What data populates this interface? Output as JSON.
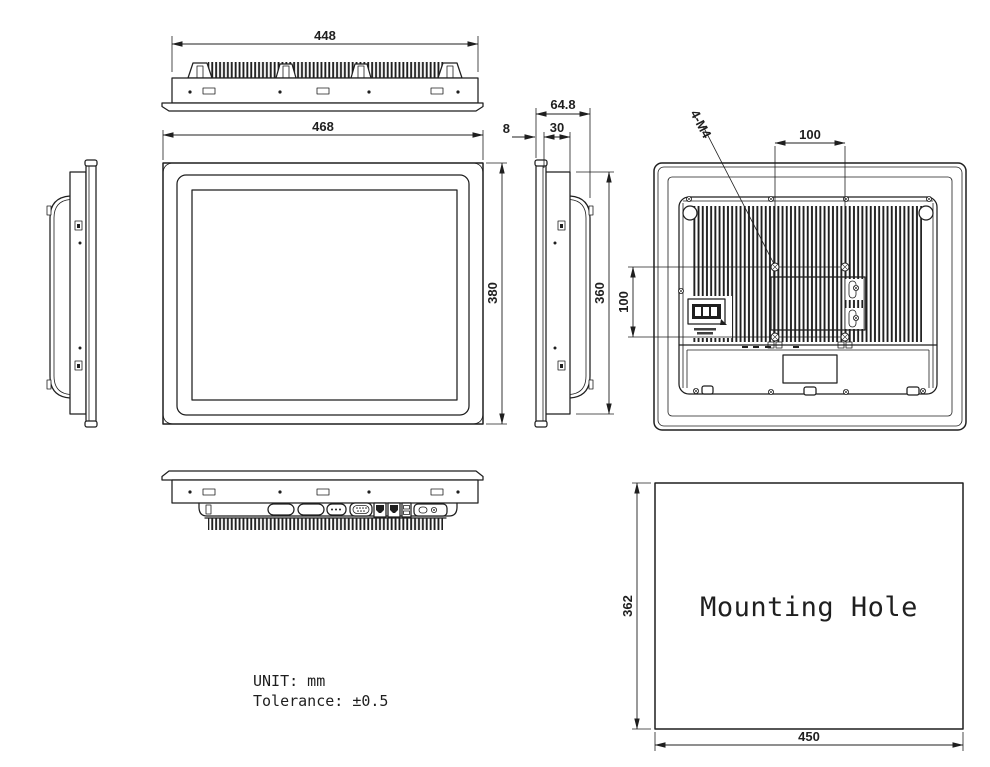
{
  "colors": {
    "background": "#ffffff",
    "line": "#1f1f1f"
  },
  "views": {
    "top": {
      "width_dim": "448"
    },
    "front": {
      "width_dim": "468",
      "height_dim": "380"
    },
    "side": {
      "panel_thickness_dim": "8",
      "front_depth_dim": "30",
      "total_depth_dim": "64.8",
      "body_height_dim": "360"
    },
    "rear": {
      "vesa_width_dim": "100",
      "vesa_height_dim": "100",
      "mount_holes_label": "4-M4"
    },
    "cutout": {
      "label": "Mounting Hole",
      "height_dim": "362",
      "width_dim": "450"
    }
  },
  "notes": {
    "unit": "UNIT: mm",
    "tolerance": "Tolerance: ±0.5"
  }
}
